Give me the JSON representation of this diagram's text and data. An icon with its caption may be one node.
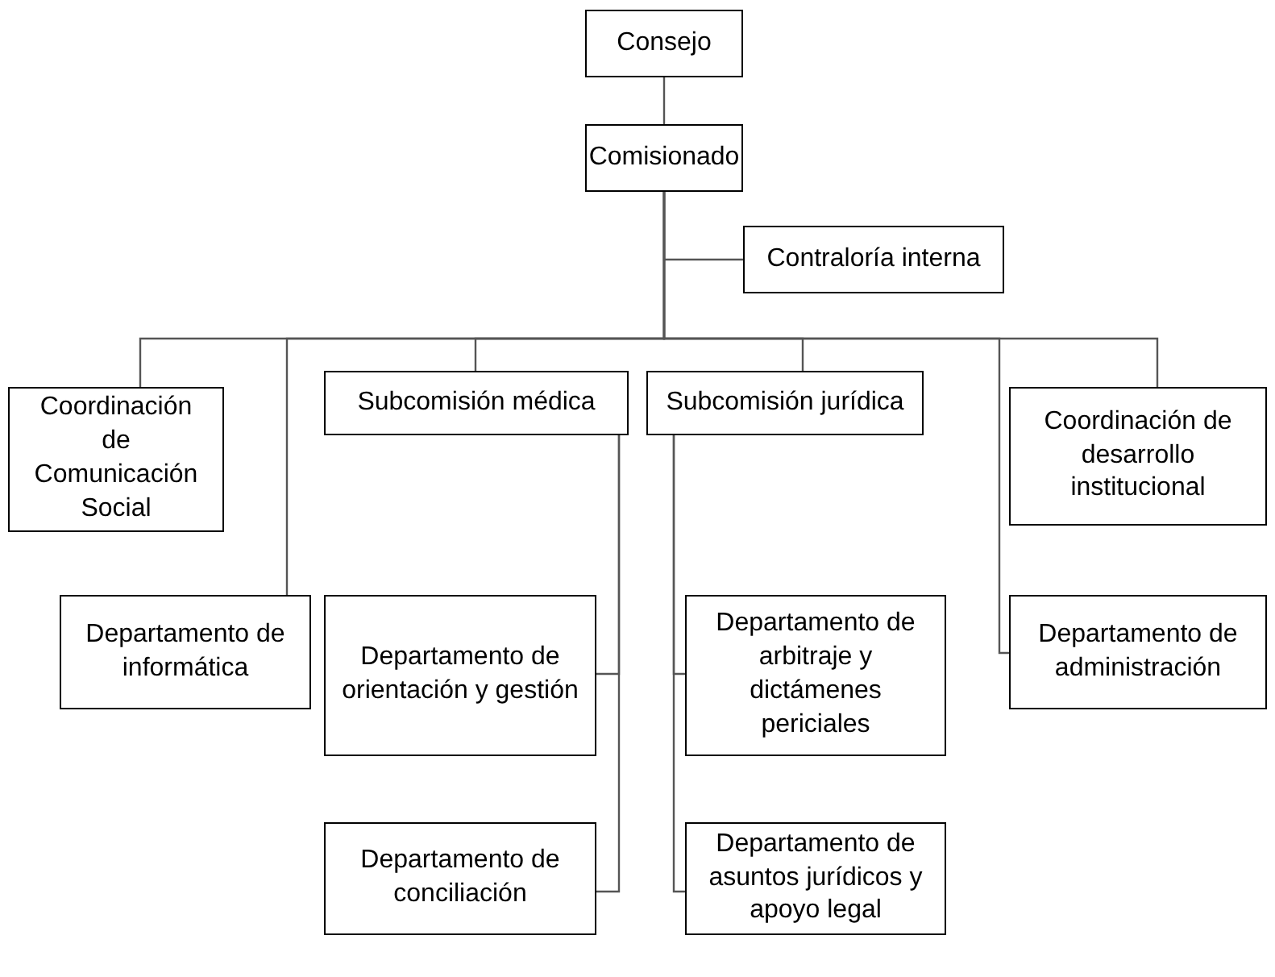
{
  "diagram": {
    "nodes": [
      {
        "text": [
          "Consejo"
        ]
      },
      {
        "text": [
          "Comisionado"
        ]
      },
      {
        "text": [
          "Contraloría interna"
        ]
      },
      {
        "text": [
          "Coordinación de Comunicación Social"
        ]
      },
      {
        "text": [
          "Subcomisión médica"
        ]
      },
      {
        "text": [
          "Subcomisión jurídica"
        ]
      },
      {
        "text": [
          "Coordinación de desarrollo institucional"
        ]
      },
      {
        "text": [
          "Departamento de informática"
        ]
      },
      {
        "text": [
          "Departamento de orientación y gestión"
        ]
      },
      {
        "text": [
          "Departamento de arbitraje y dictámenes periciales"
        ]
      },
      {
        "text": [
          "Departamento de administración"
        ]
      },
      {
        "text": [
          "Departamento de conciliación"
        ]
      },
      {
        "text": [
          "Departamento de asuntos jurídicos y apoyo legal"
        ]
      }
    ],
    "edges": [
      {
        "from": 0,
        "to": 1,
        "arrow": "none"
      },
      {
        "from": 1,
        "to": 2,
        "arrow": "none"
      },
      {
        "from": 1,
        "to": 3,
        "arrow": "none"
      },
      {
        "from": 1,
        "to": 7,
        "arrow": "none"
      },
      {
        "from": 1,
        "to": 4,
        "arrow": "none"
      },
      {
        "from": 1,
        "to": 5,
        "arrow": "none"
      },
      {
        "from": 1,
        "to": 10,
        "arrow": "none"
      },
      {
        "from": 1,
        "to": 6,
        "arrow": "none"
      },
      {
        "from": 4,
        "to": 8,
        "arrow": "none"
      },
      {
        "from": 4,
        "to": 11,
        "arrow": "none"
      },
      {
        "from": 5,
        "to": 9,
        "arrow": "none"
      },
      {
        "from": 5,
        "to": 12,
        "arrow": "none"
      }
    ]
  }
}
